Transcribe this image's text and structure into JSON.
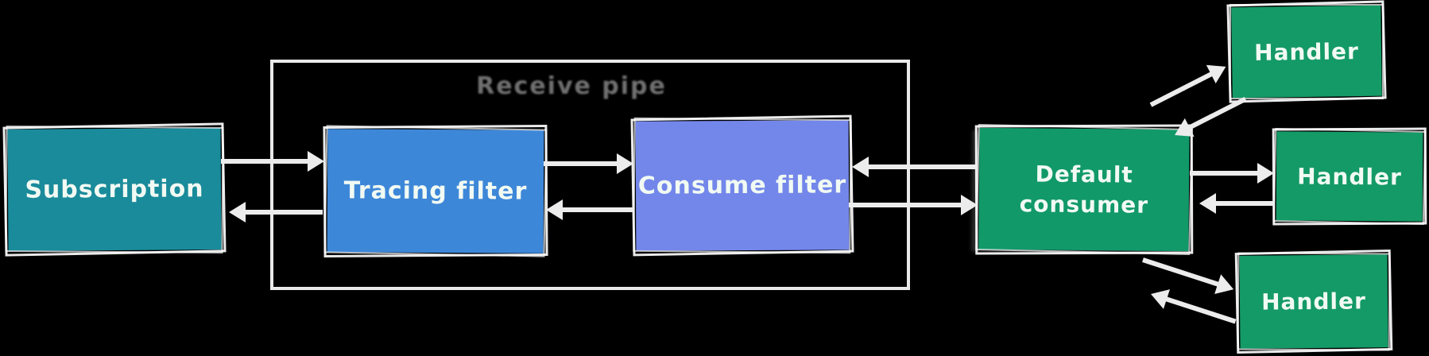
{
  "colors": {
    "background": "#000000",
    "arrow": "#ececec",
    "container_border": "#e9e9e9",
    "box_text": "#f1faf3"
  },
  "container": {
    "label": "Receive pipe"
  },
  "nodes": {
    "subscription": {
      "label": "Subscription",
      "color": "#1a8b9b"
    },
    "tracing_filter": {
      "label": "Tracing filter",
      "color": "#3d87d8"
    },
    "consume_filter": {
      "label": "Consume filter",
      "color": "#7387ea"
    },
    "default_consumer": {
      "label": "Default consumer",
      "color": "#11996a"
    },
    "handler_top": {
      "label": "Handler",
      "color": "#149a66"
    },
    "handler_middle": {
      "label": "Handler",
      "color": "#149a66"
    },
    "handler_bottom": {
      "label": "Handler",
      "color": "#149a66"
    }
  }
}
